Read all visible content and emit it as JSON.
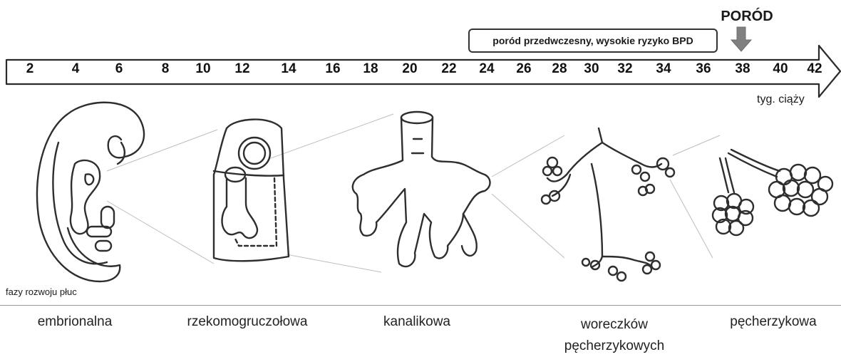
{
  "timeline": {
    "weeks": [
      "2",
      "4",
      "6",
      "8",
      "10",
      "12",
      "14",
      "16",
      "18",
      "20",
      "22",
      "24",
      "26",
      "28",
      "30",
      "32",
      "34",
      "36",
      "38",
      "40",
      "42"
    ],
    "unit_label": "tyg. ciąży",
    "preterm_box": "poród przedwczesny, wysokie ryzyko BPD",
    "birth_label": "PORÓD",
    "arrow_color": "#808080"
  },
  "phases": {
    "caption": "fazy rozwoju płuc",
    "items": [
      {
        "label": "embrionalna"
      },
      {
        "label": "rzekomogruczołowa"
      },
      {
        "label": "kanalikowa"
      },
      {
        "label": "woreczków pęcherzykowych"
      },
      {
        "label": "pęcherzykowa"
      }
    ]
  }
}
